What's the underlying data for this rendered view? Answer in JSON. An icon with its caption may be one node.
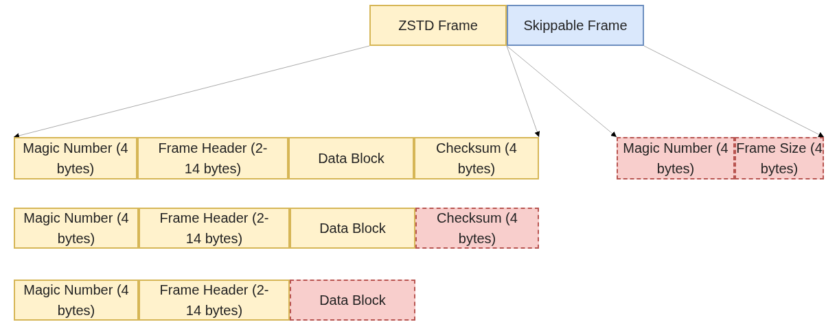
{
  "diagram": {
    "nodes": [
      {
        "text": [
          "ZSTD Frame"
        ]
      },
      {
        "text": [
          "Skippable Frame"
        ]
      },
      {
        "text": [
          "Magic Number (4 bytes)"
        ]
      },
      {
        "text": [
          "Frame Header (2-14 bytes)"
        ]
      },
      {
        "text": [
          "Data Block"
        ]
      },
      {
        "text": [
          "Checksum (4 bytes)"
        ]
      },
      {
        "text": [
          "Magic Number (4 bytes)"
        ]
      },
      {
        "text": [
          "Frame Size (4 bytes)"
        ]
      },
      {
        "text": [
          "Magic Number (4 bytes)"
        ]
      },
      {
        "text": [
          "Frame Header (2-14 bytes)"
        ]
      },
      {
        "text": [
          "Data Block"
        ]
      },
      {
        "text": [
          "Checksum (4 bytes)"
        ]
      },
      {
        "text": [
          "Magic Number (4 bytes)"
        ]
      },
      {
        "text": [
          "Frame Header (2-14 bytes)"
        ]
      },
      {
        "text": [
          "Data Block"
        ]
      }
    ],
    "edges": [
      {
        "from": 0,
        "to": 2,
        "arrow": "to"
      },
      {
        "from": 0,
        "to": 5,
        "arrow": "to"
      },
      {
        "from": 1,
        "to": 6,
        "arrow": "to"
      },
      {
        "from": 1,
        "to": 7,
        "arrow": "to"
      }
    ]
  }
}
